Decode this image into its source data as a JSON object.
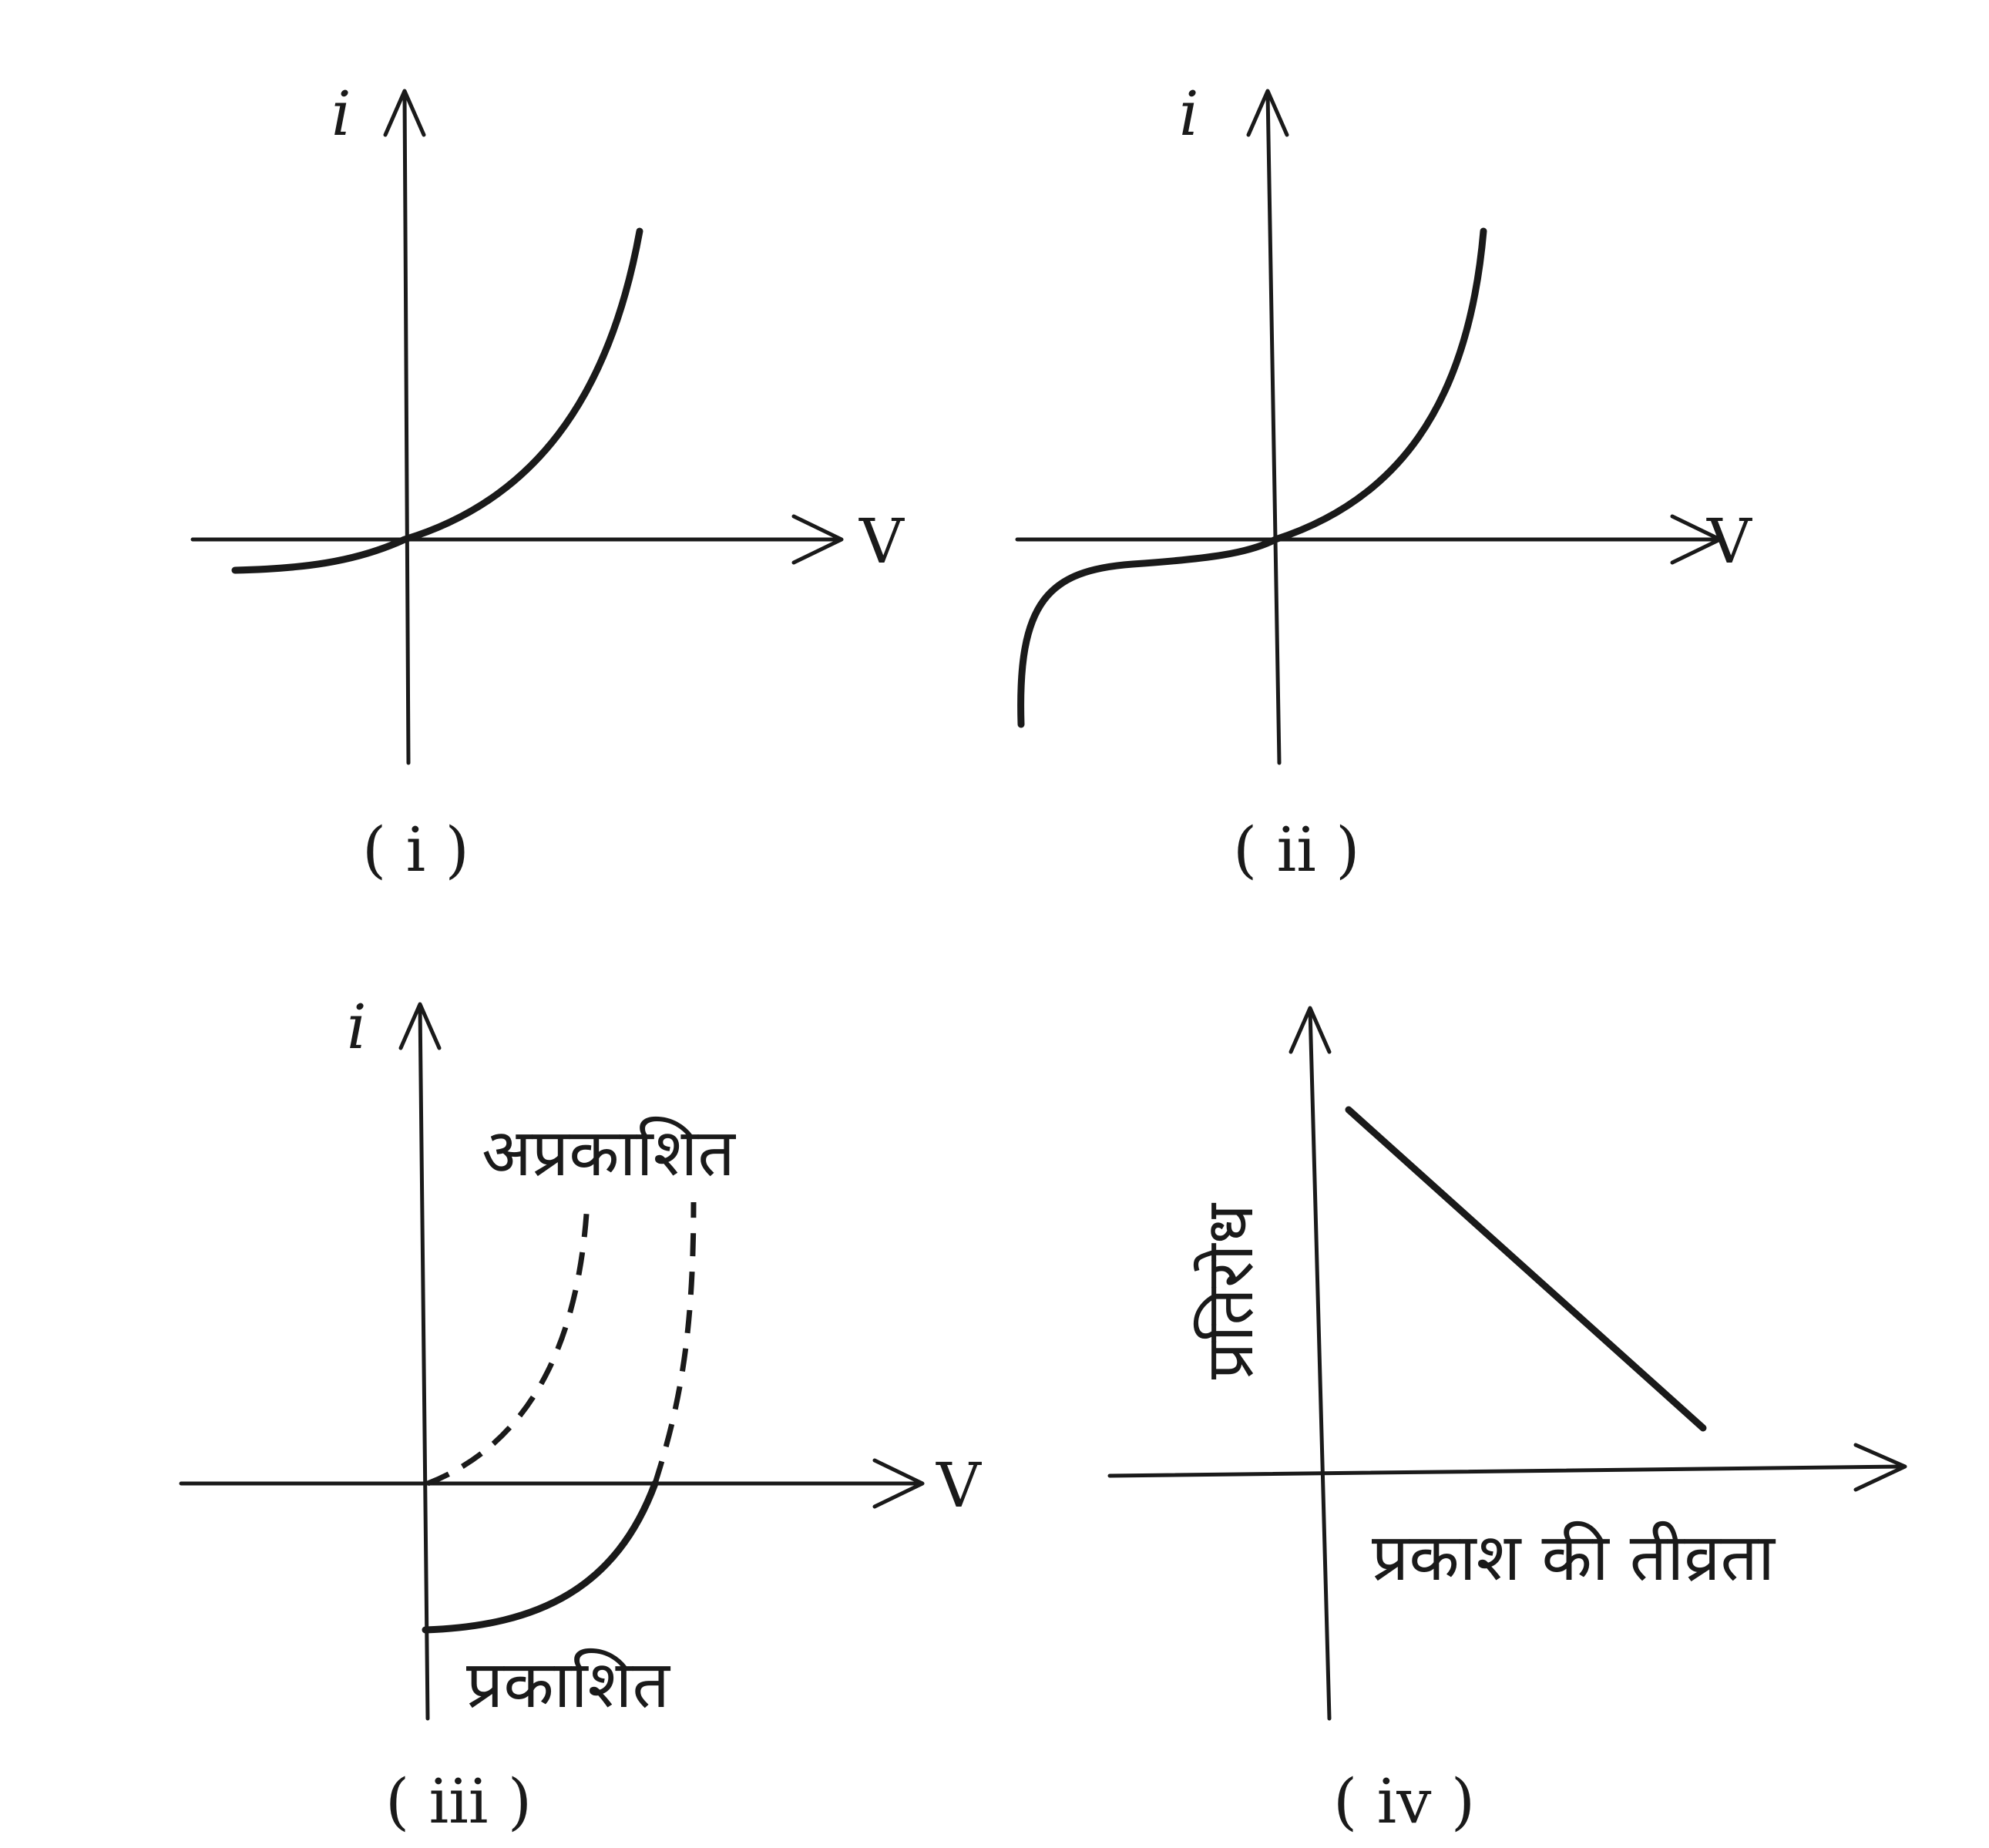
{
  "panels": [
    {
      "caption": "( i )",
      "y_label": "i",
      "x_label": "V"
    },
    {
      "caption": "( ii )",
      "y_label": "i",
      "x_label": "V"
    },
    {
      "caption": "( iii )",
      "y_label": "i",
      "x_label": "V",
      "dark_label": "अप्रकाशित",
      "lit_label": "प्रकाशित"
    },
    {
      "caption": "( iv )",
      "y_label": "प्रतिरोध",
      "x_label": "प्रकाश की तीव्रता"
    }
  ],
  "colors": {
    "ink": "#1a1a1a",
    "background": "#ffffff"
  }
}
